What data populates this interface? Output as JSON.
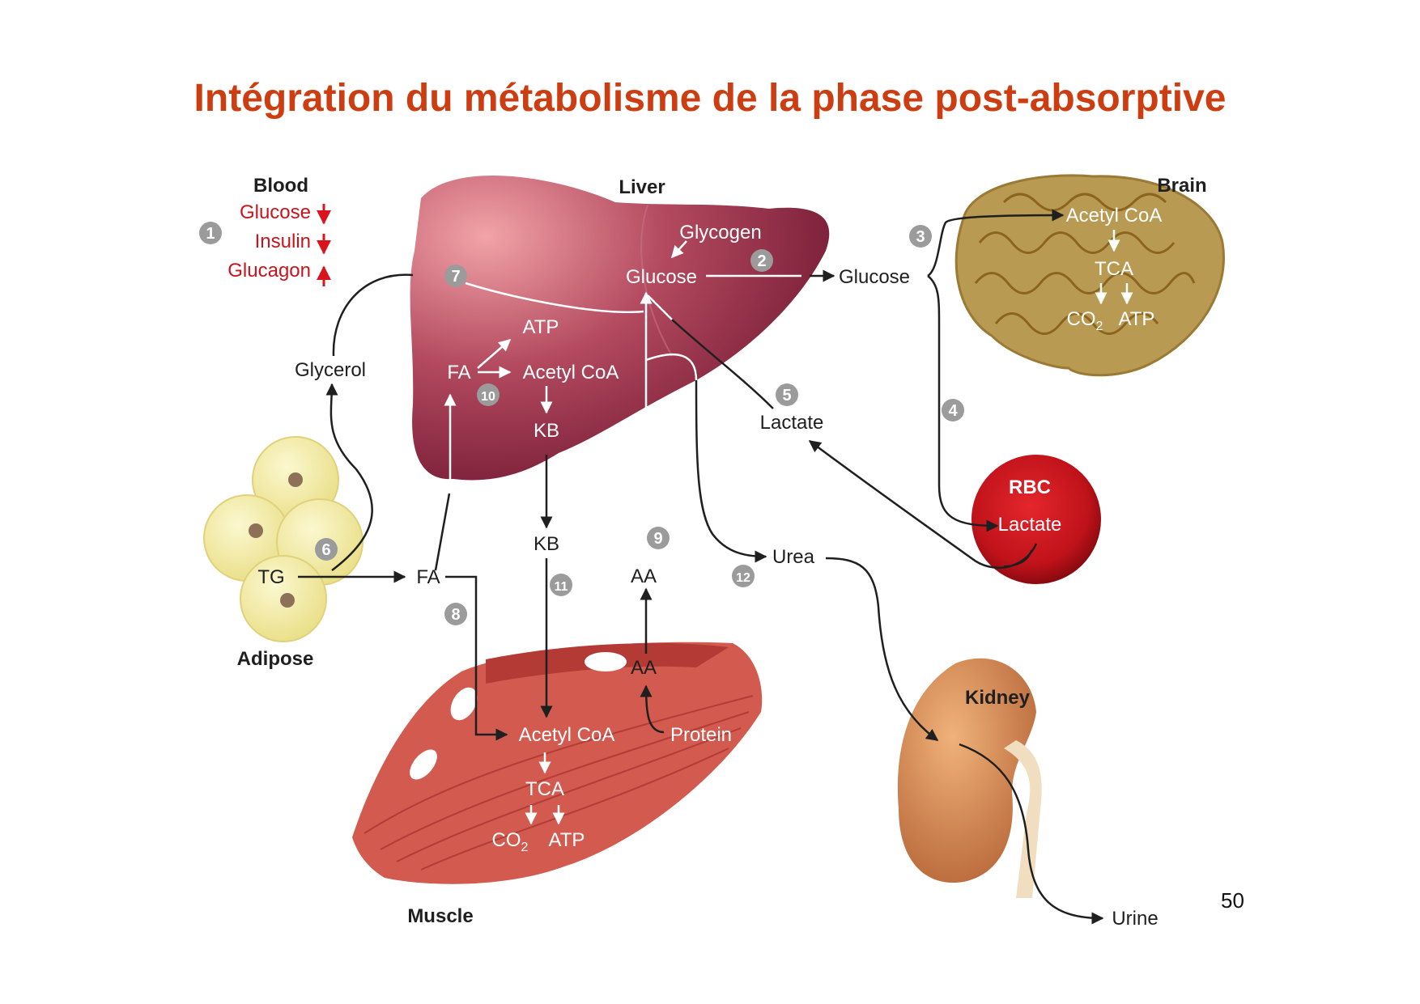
{
  "title": "Intégration du métabolisme de la phase post-absorptive",
  "page_number": "50",
  "colors": {
    "title": "#cc3d12",
    "liver": "#a8384e",
    "brain": "#b79850",
    "muscle": "#d35a4f",
    "adipose": "#f3eda2",
    "rbc": "#c8141c",
    "kidney": "#cf8a4e",
    "blood_text": "#c8141c"
  },
  "organs": {
    "blood": "Blood",
    "liver": "Liver",
    "brain": "Brain",
    "adipose": "Adipose",
    "muscle": "Muscle",
    "kidney": "Kidney",
    "rbc": "RBC"
  },
  "blood": {
    "glucose": "Glucose",
    "insulin": "Insulin",
    "glucagon": "Glucagon"
  },
  "liver": {
    "glycogen": "Glycogen",
    "glucose": "Glucose",
    "atp": "ATP",
    "fa": "FA",
    "acetyl_coa": "Acetyl CoA",
    "kb": "KB"
  },
  "brain": {
    "acetyl_coa": "Acetyl CoA",
    "tca": "TCA",
    "co2": "CO",
    "co2_sub": "2",
    "atp": "ATP"
  },
  "muscle": {
    "acetyl_coa": "Acetyl CoA",
    "tca": "TCA",
    "co2": "CO",
    "co2_sub": "2",
    "atp": "ATP",
    "aa": "AA",
    "protein": "Protein"
  },
  "adipose": {
    "tg": "TG"
  },
  "rbc": {
    "lactate": "Lactate"
  },
  "free": {
    "glycerol": "Glycerol",
    "glucose": "Glucose",
    "lactate": "Lactate",
    "fa": "FA",
    "kb": "KB",
    "aa": "AA",
    "urea": "Urea",
    "urine": "Urine"
  },
  "steps": [
    "1",
    "2",
    "3",
    "4",
    "5",
    "6",
    "7",
    "8",
    "9",
    "10",
    "11",
    "12"
  ]
}
